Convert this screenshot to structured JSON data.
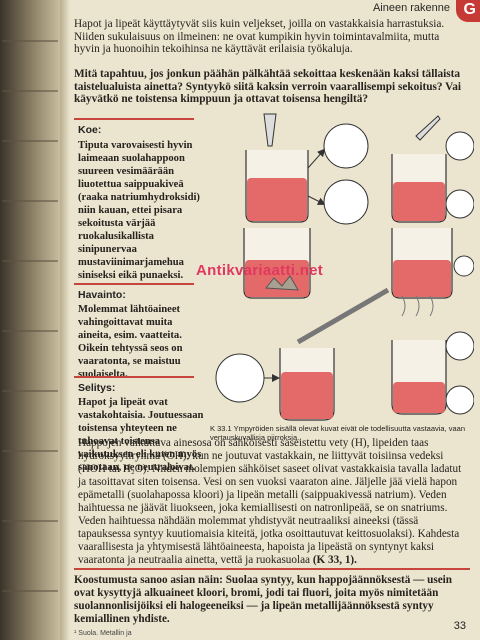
{
  "header": {
    "chapter_title": "Aineen rakenne",
    "tab_letter": "G"
  },
  "intro": {
    "paragraph": "Hapot ja lipeät käyttäytyvät siis kuin veljekset, joilla on vastakkaisia harrastuksia. Niiden sukulaisuus on ilmeinen: ne ovat kumpikin hyvin toimintavalmiita, mutta hyvin ja huonoihin tekoihinsa ne käyttävät erilaisia työkaluja.",
    "question": "Mitä tapahtuu, jos jonkun päähän pälkähtää sekoittaa keskenään kaksi tällaista taistelualuista ainetta? Syntyykö siitä kaksin verroin vaarallisempi sekoitus? Vai käyvätkö ne toistensa kimppuun ja ottavat toisensa hengiltä?"
  },
  "experiment": {
    "heading": "Koe:",
    "text": "Tiputa varovaisesti hyvin laimeaan suolahappoon suureen vesimäärään liuotettua saippuakiveä (raaka natriumhydroksidi) niin kauan, ettei pisara sekoitusta värjää ruokalusikallista sinipunervaa mustaviinimarjamehua siniseksi eikä punaeksi."
  },
  "observation": {
    "heading": "Havainto:",
    "text": "Molemmat lähtöaineet vahingoittavat muita aineita, esim. vaatteita. Oikein tehtyssä seos on vaaratonta, se maistuu suolaiselta."
  },
  "explanation": {
    "heading": "Selitys:",
    "text": "Hapot ja lipeät ovat vastakohtaisia. Joutuessaan toistensa yhteyteen ne tuhoavat toistensa vaikutuksen eli kuten myös sanotaan, ne neutraloivat."
  },
  "figure": {
    "caption": "K 33.1 Ympyröiden sisällä olevat kuvat eivät ole todellisuutta vastaavia, vaan vertauskuvallisia piirroksia."
  },
  "watermark": "Antikvariaatti.net",
  "body_text": {
    "paragraph": "Happojen vaikuttava ainesosa on sähköisesti saseistettu vety (H), lipeiden taas hydroksyyliryhmä (OH): kun ne joutuvat vastakkain, ne liittyvät toisiinsa vedeksi (HOH tai H₂O). Niiden molempien sähköiset saseet olivat vastakkaisia tavalla ladatut ja tasoittavat siten toisensa. Vesi on sen vuoksi vaaraton aine. Jäljelle jää vielä hapon epämetalli (suolahapossa kloori) ja lipeän metalli (saippuakivessä natrium). Veden haihtuessa ne jäävät liuokseen, joka kemiallisesti on natronlipeää, se on snatriums. Veden haihtuessa nähdään molemmat yhdistyvät neutraaliksi aineeksi (tässä tapauksessa syntyy kuutiomaisia kiteitä, jotka osoittautuvat keittosuolaksi). Kahdesta vaarallisesta ja yhtymisestä lähtöaineesta, hapoista ja lipeästä on syntynyt kaksi vaaratonta ja neutraalia ainetta, vettä ja ruokasuolaa",
    "reference": "(K 33, 1)."
  },
  "bottom_text": {
    "paragraph": "Koostumusta sanoo asian näin: Suolaa syntyy, kun happojäännöksestä — usein ovat kysyttyjä alkuaineet kloori, bromi, jodi tai fluori, joita myös nimitetään suolannonlisijöiksi eli halogeeneiksi — ja lipeän metallijäännöksestä syntyy kemiallinen yhdiste."
  },
  "page_number": "33",
  "footnote": "¹ Suola. Metallin ja"
}
